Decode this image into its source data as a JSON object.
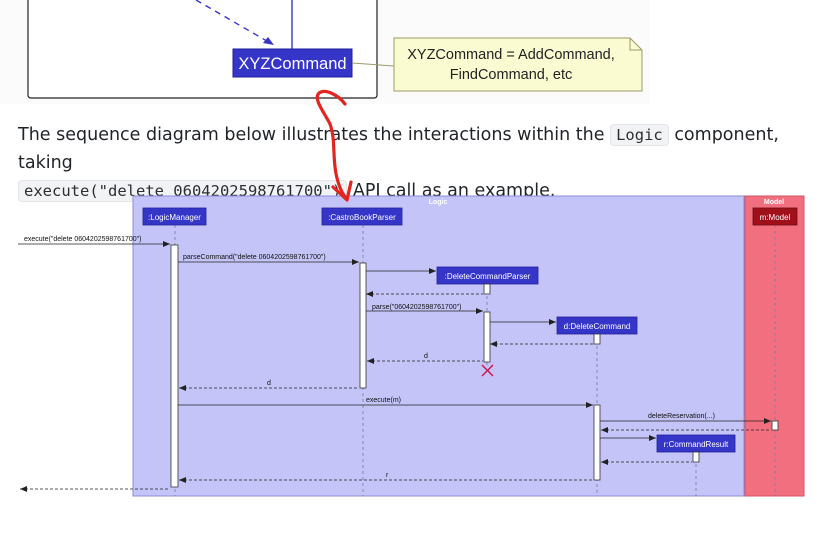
{
  "top_diagram": {
    "component_label": "XYZCommand",
    "note_line1": "XYZCommand = AddCommand,",
    "note_line2": "FindCommand, etc"
  },
  "paragraph": {
    "part1": "The sequence diagram below illustrates the interactions within the ",
    "code1": "Logic",
    "part2": " component, taking",
    "code2": "execute(\"delete 0604202598761700\")",
    "part3": " API call as an example."
  },
  "sequence_diagram": {
    "logic_frame_label": "Logic",
    "model_frame_label": "Model",
    "participants": {
      "logic_manager": ":LogicManager",
      "parser": ":CastroBookParser",
      "delete_parser": ":DeleteCommandParser",
      "delete_command": "d:DeleteCommand",
      "command_result": "r:CommandResult",
      "model": "m:Model"
    },
    "messages": {
      "execute_call": "execute(\"delete 0604202598761700\")",
      "parse_command": "parseCommand(\"delete 0604202598761700\")",
      "parse": "parse(\"0604202598761700\")",
      "return_d_parser": "d",
      "return_d_manager": "d",
      "execute_m": "execute(m)",
      "delete_reservation": "deleteReservation(...)",
      "return_r": "r"
    },
    "colors": {
      "logic_frame": "#c4c4f8",
      "model_frame": "#f26f80",
      "participant_box": "#3535c8",
      "model_box": "#a0101a",
      "destroy_mark": "#c8144c",
      "annotation_stroke": "#e0261e"
    }
  }
}
